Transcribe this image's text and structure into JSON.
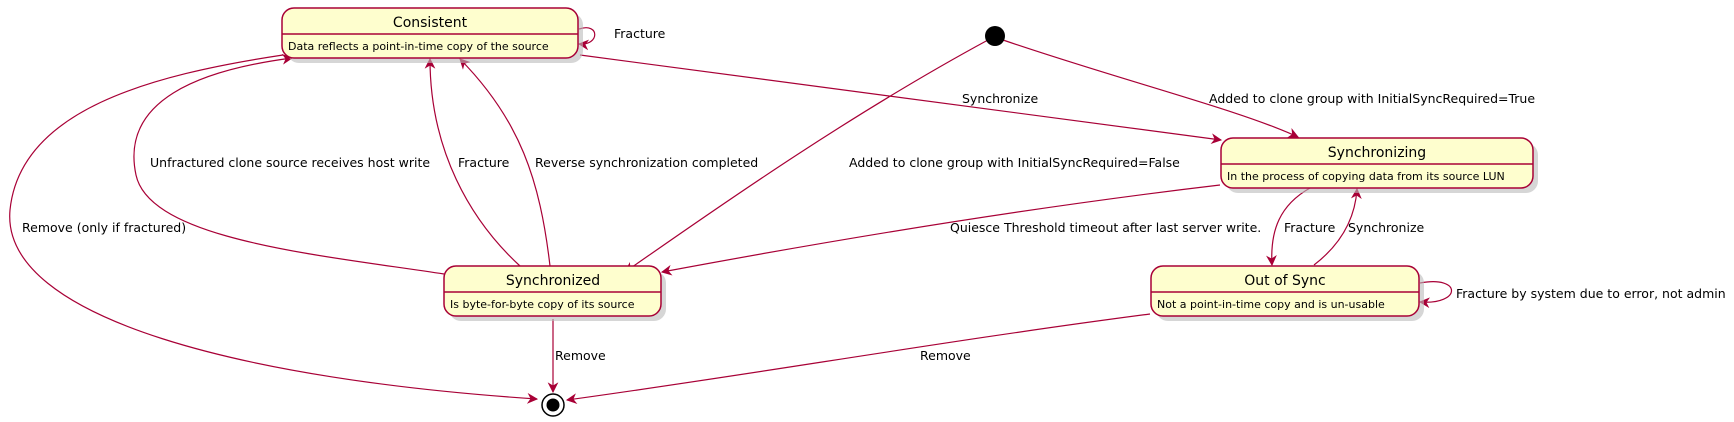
{
  "states": {
    "consistent": {
      "name": "Consistent",
      "description": "Data reflects a point-in-time copy of the source"
    },
    "synchronizing": {
      "name": "Synchronizing",
      "description": "In the process of copying data from its source LUN"
    },
    "synchronized": {
      "name": "Synchronized",
      "description": "Is byte-for-byte copy of its source"
    },
    "out_of_sync": {
      "name": "Out of Sync",
      "description": "Not a point-in-time copy and is un-usable"
    }
  },
  "transitions": {
    "consistent_self": "Fracture",
    "consistent_to_synchronizing": "Synchronize",
    "initial_to_synchronizing": "Added to clone group with InitialSyncRequired=True",
    "initial_to_synchronized": "Added to clone group with InitialSyncRequired=False",
    "synchronized_to_consistent_write": "Unfractured clone source receives host write",
    "synchronized_to_consistent_fracture": "Fracture",
    "synchronized_to_consistent_reverse": "Reverse synchronization completed",
    "consistent_to_final": "Remove (only if fractured)",
    "synchronizing_to_synchronized": "Quiesce Threshold timeout after last server write.",
    "synchronizing_to_out_of_sync": "Fracture",
    "out_of_sync_to_synchronizing": "Synchronize",
    "out_of_sync_self": "Fracture by system due to error, not admin",
    "synchronized_to_final": "Remove",
    "out_of_sync_to_final": "Remove"
  },
  "colors": {
    "state_fill": "#FEFECE",
    "border": "#A80036",
    "text": "#000000"
  }
}
